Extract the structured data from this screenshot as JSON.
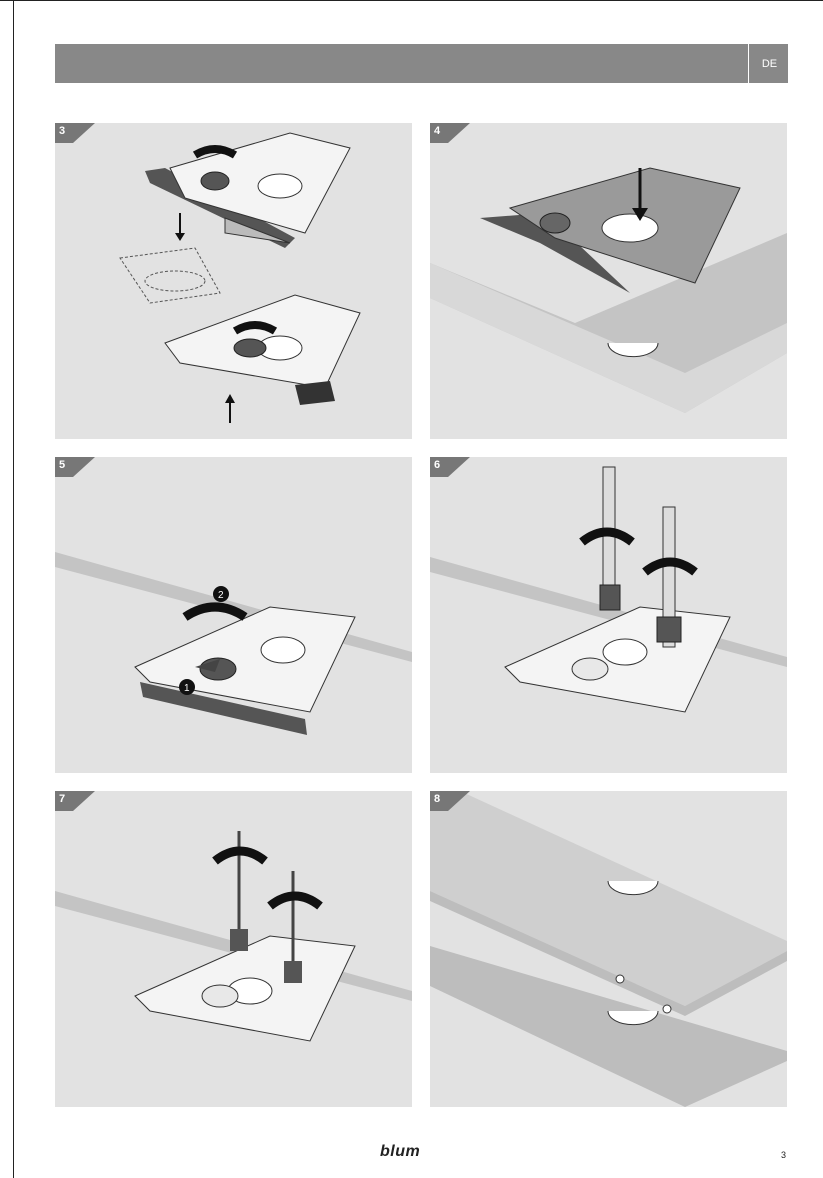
{
  "header": {
    "language": "DE"
  },
  "panels": [
    {
      "step": "3"
    },
    {
      "step": "4"
    },
    {
      "step": "5",
      "callouts": [
        "1",
        "2"
      ]
    },
    {
      "step": "6"
    },
    {
      "step": "7"
    },
    {
      "step": "8"
    }
  ],
  "footer": {
    "logo": "blum",
    "page_number": "3"
  }
}
